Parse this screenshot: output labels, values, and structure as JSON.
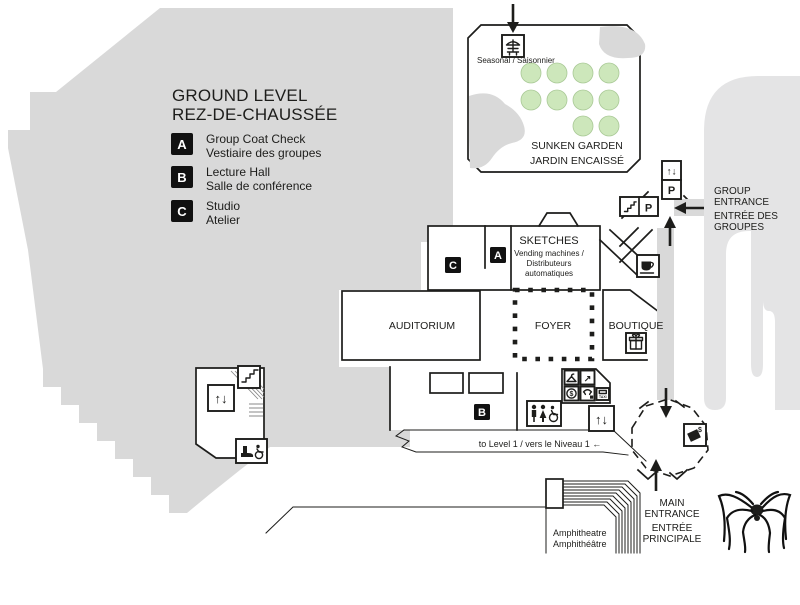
{
  "title": {
    "line1": "GROUND LEVEL",
    "line2": "REZ-DE-CHAUSSÉE"
  },
  "legend": {
    "items": [
      {
        "letter": "A",
        "name_en": "Group Coat Check",
        "name_fr": "Vestiaire des groupes"
      },
      {
        "letter": "B",
        "name_en": "Lecture Hall",
        "name_fr": "Salle de conférence"
      },
      {
        "letter": "C",
        "name_en": "Studio",
        "name_fr": "Atelier"
      }
    ]
  },
  "garden": {
    "seasonal_label": "Seasonal / Saisonnier",
    "name_en": "SUNKEN GARDEN",
    "name_fr": "JARDIN ENCAISSÉ"
  },
  "rooms": {
    "sketches": "SKETCHES",
    "vending_line1": "Vending machines /",
    "vending_line2": "Distributeurs",
    "vending_line3": "automatiques",
    "auditorium": "AUDITORIUM",
    "foyer": "FOYER",
    "boutique": "BOUTIQUE",
    "badge_a": "A",
    "badge_b": "B",
    "badge_c": "C"
  },
  "entrances": {
    "group_line1": "GROUP",
    "group_line2": "ENTRANCE",
    "group_line3": "ENTRÉE DES",
    "group_line4": "GROUPES",
    "main_line1": "MAIN",
    "main_line2": "ENTRANCE",
    "main_line3": "ENTRÉE",
    "main_line4": "PRINCIPALE"
  },
  "wayfinding": {
    "to_level_1": "to Level 1 / vers le Niveau 1 ←",
    "amphitheatre_en": "Amphitheatre",
    "amphitheatre_fr": "Amphithéâtre"
  },
  "icons": {
    "parking": "P",
    "taxi": "TAXI",
    "dollar": "$",
    "elevator": "↑↓",
    "arrow_up_right": "↗"
  },
  "colors": {
    "building_gray": "#d9d9d9",
    "watermark_gray": "#e4e4e5",
    "tree_green": "#cde7bb",
    "line_black": "#1d1d1b"
  }
}
